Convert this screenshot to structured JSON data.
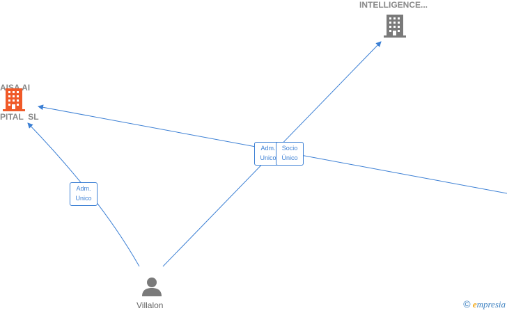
{
  "nodes": {
    "company_left": {
      "label_line1": "AISA AI",
      "label_line2": "PITAL  SL",
      "color": "#f05a28"
    },
    "company_top": {
      "label": "INTELLIGENCE...",
      "color": "#7a7a7a"
    },
    "person": {
      "label": "Villalon",
      "color": "#7a7a7a"
    }
  },
  "edges": [
    {
      "from": "person",
      "to": "company_left",
      "label_line1": "Adm.",
      "label_line2": "Unico"
    },
    {
      "from": "person",
      "to": "company_top",
      "label_line1": "Adm.",
      "label_line2": "Unico"
    },
    {
      "from": "offscreen-right",
      "to": "company_left",
      "label_line1": "Socio",
      "label_line2": "Único"
    }
  ],
  "edge_color": "#3b7fd4",
  "brand": {
    "copyright": "©",
    "name_initial": "e",
    "name_rest": "mpresia"
  }
}
